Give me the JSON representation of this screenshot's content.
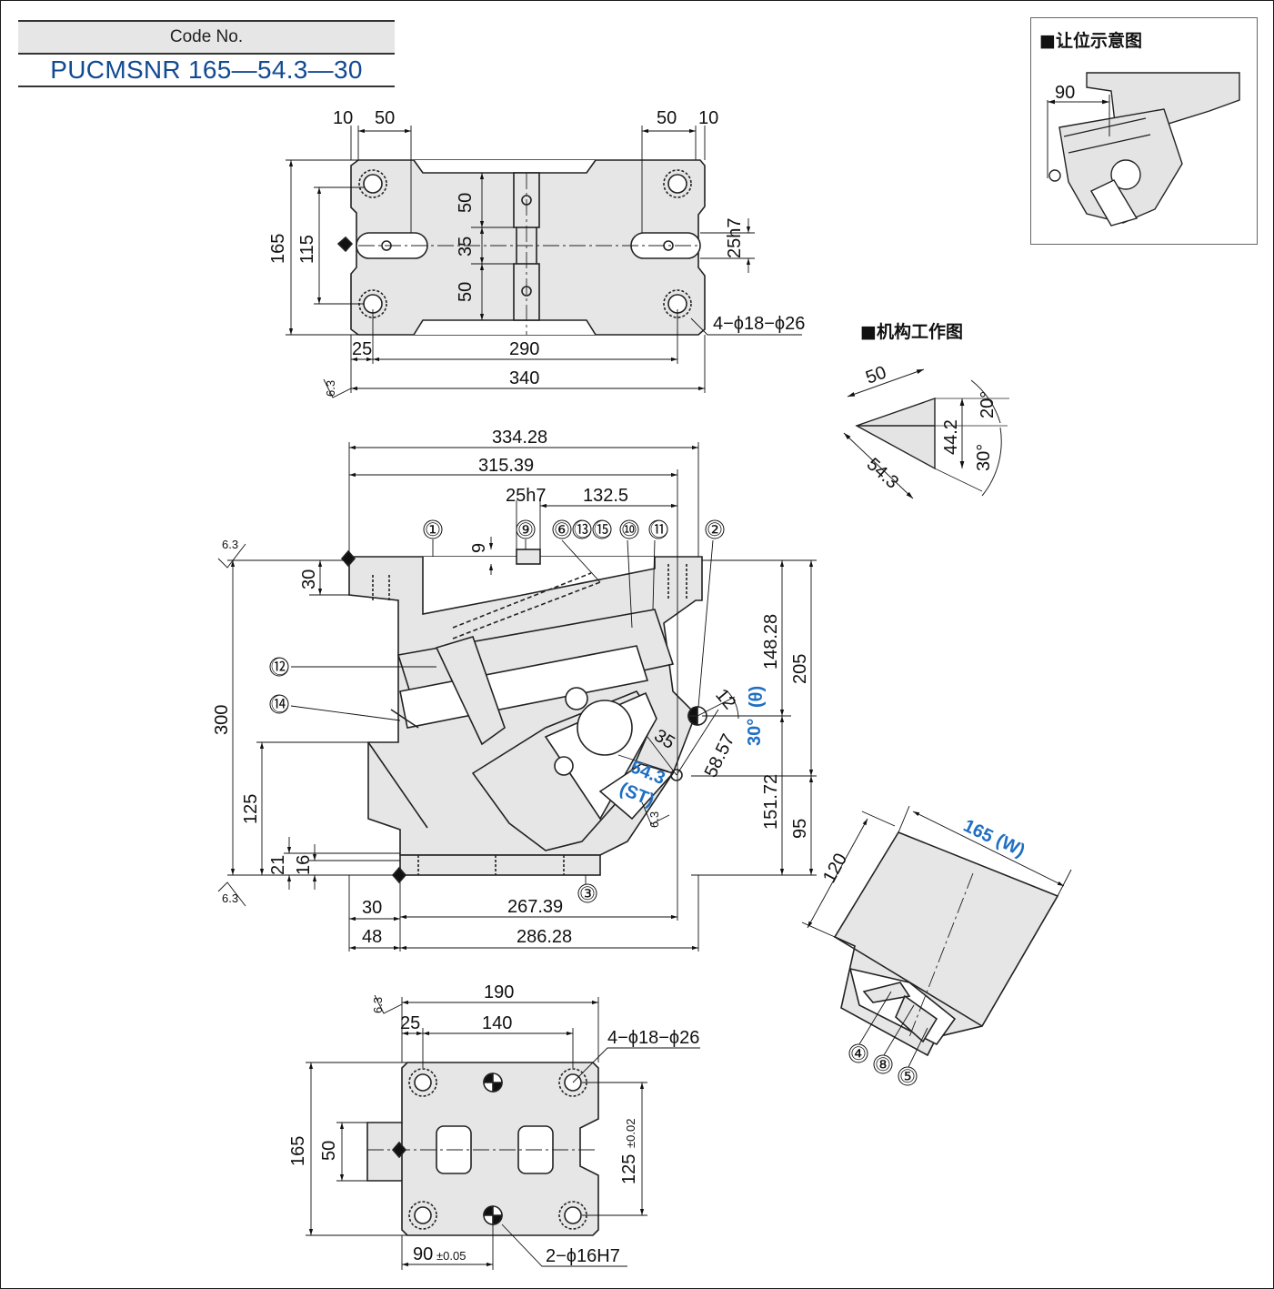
{
  "code": {
    "label": "Code No.",
    "value": "PUCMSNR 165—54.3—30"
  },
  "insets": {
    "clearance": {
      "title": "■让位示意图",
      "dim": "90"
    },
    "mechanism": {
      "title": "■机构工作图",
      "d1": "50",
      "d2": "54.3",
      "d3": "44.2",
      "a1": "20°",
      "a2": "30°"
    }
  },
  "top_view": {
    "d10l": "10",
    "d50l": "50",
    "d50r": "50",
    "d10r": "10",
    "d165": "165",
    "d115": "115",
    "d50a": "50",
    "d35": "35",
    "d50b": "50",
    "d25h7": "25h7",
    "holes": "4−ϕ18−ϕ26",
    "d25": "25",
    "d290": "290",
    "d340": "340",
    "rough": "6.3"
  },
  "front_view": {
    "d334": "334.28",
    "d315": "315.39",
    "d25h7": "25h7",
    "d132": "132.5",
    "d9": "9",
    "d30top": "30",
    "d300": "300",
    "d125": "125",
    "d21": "21",
    "d16": "16",
    "d148": "148.28",
    "d205": "205",
    "d151": "151.72",
    "d95": "95",
    "d12": "12",
    "theta": "(θ)",
    "ang30": "30°",
    "d35": "35",
    "d58": "58.57",
    "st_val": "54.3",
    "st_label": "(ST)",
    "d30bot": "30",
    "d267": "267.39",
    "d48": "48",
    "d286": "286.28",
    "rough_top": "6.3",
    "rough_bot": "6.3",
    "rough_side": "6.3",
    "callouts": [
      "①",
      "②",
      "③",
      "⑥",
      "⑬",
      "⑮",
      "⑩",
      "⑪",
      "⑨",
      "⑫",
      "⑭"
    ]
  },
  "iso_view": {
    "width_label": "165",
    "width_sym": "(W)",
    "d120": "120",
    "callouts": [
      "④",
      "⑧",
      "⑤"
    ]
  },
  "bottom_view": {
    "d190": "190",
    "d25": "25",
    "d140": "140",
    "holes": "4−ϕ18−ϕ26",
    "d165": "165",
    "d50": "50",
    "d125": "125",
    "tol125": "±0.02",
    "d90": "90",
    "tol90": "±0.05",
    "pins": "2−ϕ16H7",
    "rough": "6.3"
  }
}
